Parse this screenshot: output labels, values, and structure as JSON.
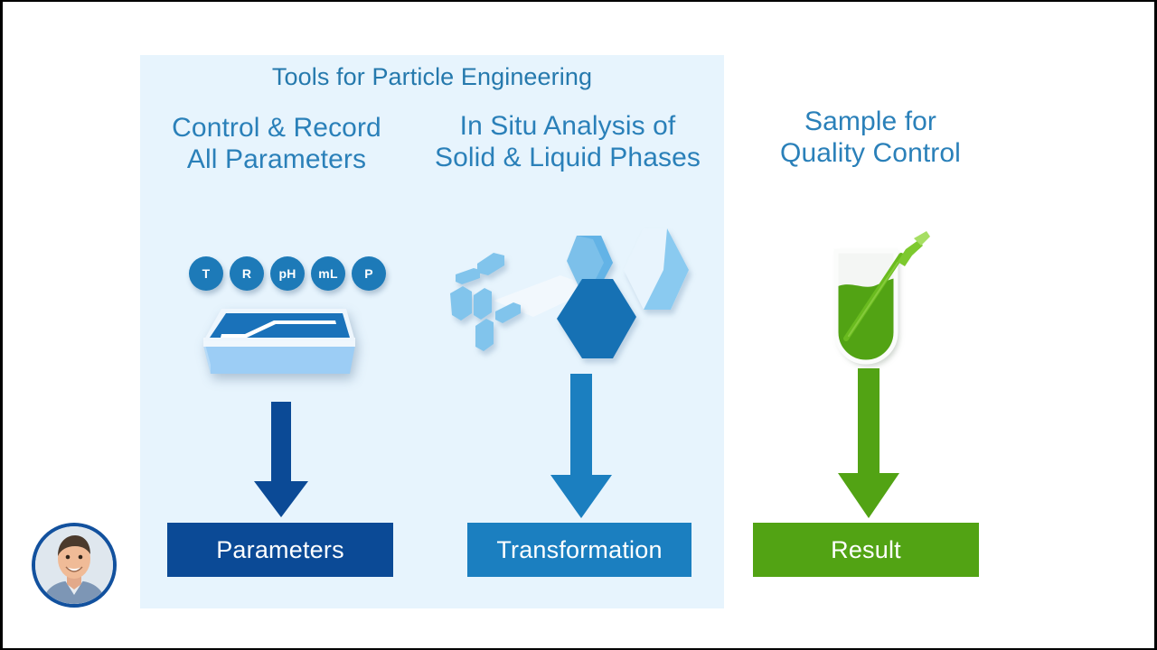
{
  "slide": {
    "title": "Tools for Particle Engineering",
    "background_color": "#ffffff",
    "panel_color": "#e7f4fd",
    "heading_color": "#2a80b9"
  },
  "columns": [
    {
      "id": "control-record",
      "title": "Control & Record\nAll Parameters",
      "badges": [
        {
          "label": "T",
          "name": "temperature"
        },
        {
          "label": "R",
          "name": "stirring-rate"
        },
        {
          "label": "pH",
          "name": "ph"
        },
        {
          "label": "mL",
          "name": "volume"
        },
        {
          "label": "P",
          "name": "pressure"
        }
      ],
      "graphic": "recorder-slab-icon",
      "arrow": {
        "name": "down-arrow-icon",
        "color": "#0b4a96"
      },
      "result": {
        "label": "Parameters",
        "color": "#0b4a96"
      }
    },
    {
      "id": "in-situ-analysis",
      "title": "In Situ Analysis of\nSolid & Liquid Phases",
      "graphic": "crystal-particles-icon",
      "arrow": {
        "name": "down-arrow-icon",
        "color": "#1b7fc0"
      },
      "result": {
        "label": "Transformation",
        "color": "#1b7fc0"
      }
    },
    {
      "id": "sample-quality-control",
      "title": "Sample for\nQuality Control",
      "graphic": "sample-vial-pipette-icon",
      "arrow": {
        "name": "down-arrow-icon",
        "color": "#52a314"
      },
      "result": {
        "label": "Result",
        "color": "#52a314"
      }
    }
  ],
  "presenter": {
    "name": "presenter-avatar",
    "ring_color": "#12519e"
  }
}
